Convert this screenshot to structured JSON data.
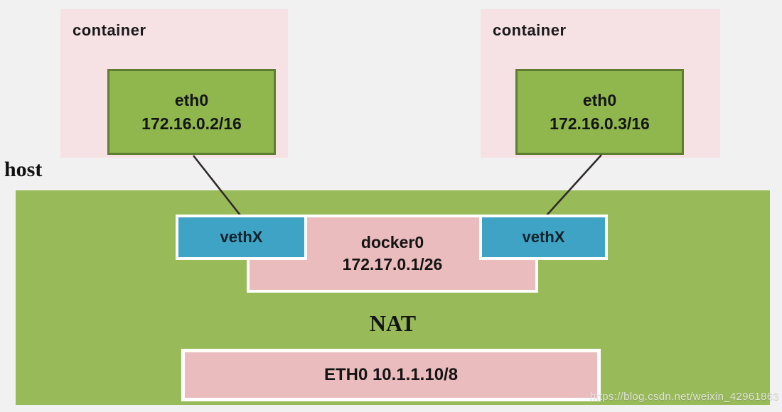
{
  "diagram": {
    "watermark": "https://blog.csdn.net/weixin_42961863",
    "colors": {
      "background": "#f1f1f2",
      "container_fill": "#f6e2e4",
      "eth_green_fill": "#8fb74e",
      "eth_green_border": "#5f7d30",
      "host_green": "#98ba58",
      "veth_blue": "#3fa3c5",
      "bridge_pink": "#eabcbe",
      "box_border_white": "#ffffff",
      "line_color": "#2e2b29"
    }
  },
  "containers": [
    {
      "label": "container",
      "iface": {
        "name": "eth0",
        "ip": "172.16.0.2/16"
      }
    },
    {
      "label": "container",
      "iface": {
        "name": "eth0",
        "ip": "172.16.0.3/16"
      }
    }
  ],
  "host": {
    "label": "host",
    "veth_left": {
      "label": "vethX"
    },
    "veth_right": {
      "label": "vethX"
    },
    "bridge": {
      "name": "docker0",
      "ip": "172.17.0.1/26"
    },
    "nat_label": "NAT",
    "external_iface": {
      "label": "ETH0 10.1.1.10/8"
    }
  }
}
